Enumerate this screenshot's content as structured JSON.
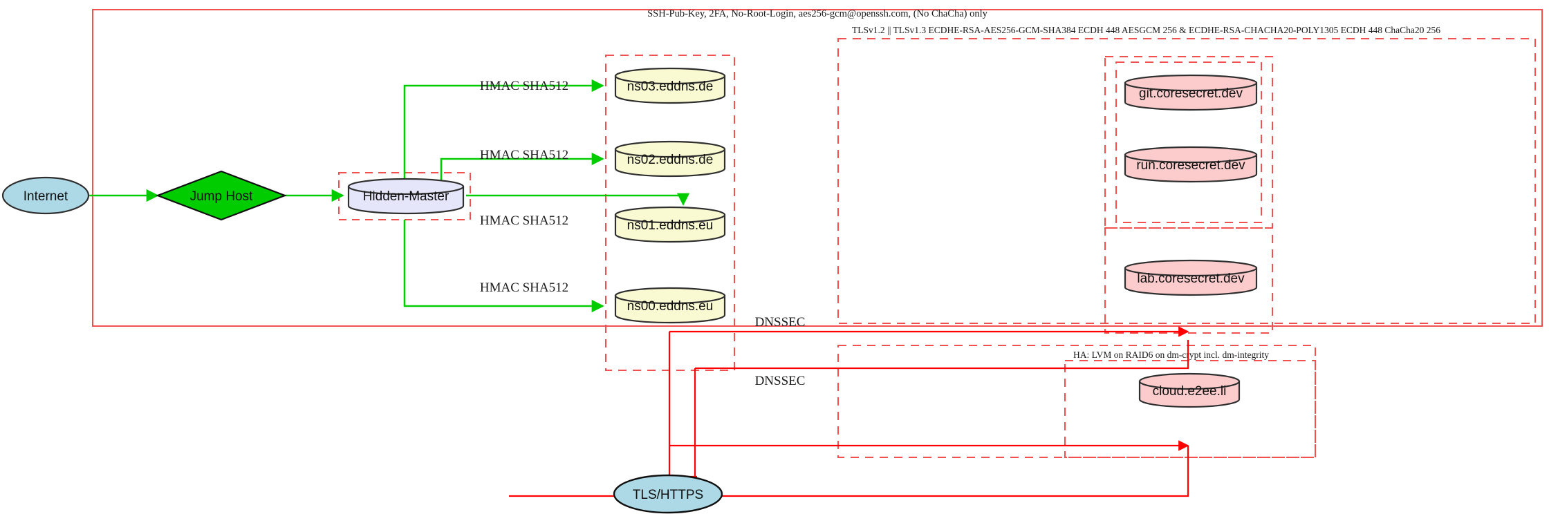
{
  "diagram": {
    "title": "SSH-Pub-Key, 2FA, No-Root-Login, aes256-gcm@openssh.com, (No ChaCha) only",
    "tls_cluster_label": "TLSv1.2 || TLSv1.3 ECDHE-RSA-AES256-GCM-SHA384 ECDH 448 AESGCM 256 & ECDHE-RSA-CHACHA20-POLY1305 ECDH 448 ChaCha20 256",
    "ha_cluster_label": "HA: LVM on RAID6 on dm-crypt incl. dm-integrity"
  },
  "nodes": {
    "internet": {
      "label": "Internet",
      "shape": "ellipse",
      "fill": "#add8e6"
    },
    "jump_host": {
      "label": "Jump Host",
      "shape": "diamond",
      "fill": "#00cc00"
    },
    "hidden_master": {
      "label": "Hidden-Master",
      "shape": "cylinder",
      "fill": "#e6e6fa"
    },
    "ns03": {
      "label": "ns03.eddns.de",
      "shape": "cylinder",
      "fill": "#fafad2"
    },
    "ns02": {
      "label": "ns02.eddns.de",
      "shape": "cylinder",
      "fill": "#fafad2"
    },
    "ns01": {
      "label": "ns01.eddns.eu",
      "shape": "cylinder",
      "fill": "#fafad2"
    },
    "ns00": {
      "label": "ns00.eddns.eu",
      "shape": "cylinder",
      "fill": "#fafad2"
    },
    "git": {
      "label": "git.coresecret.dev",
      "shape": "cylinder",
      "fill": "#fccccc"
    },
    "run": {
      "label": "run.coresecret.dev",
      "shape": "cylinder",
      "fill": "#fccccc"
    },
    "lab": {
      "label": "lab.coresecret.dev",
      "shape": "cylinder",
      "fill": "#fccccc"
    },
    "cloud": {
      "label": "cloud.e2ee.li",
      "shape": "cylinder",
      "fill": "#fccccc"
    },
    "tls_https": {
      "label": "TLS/HTTPS",
      "shape": "ellipse",
      "fill": "#add8e6"
    }
  },
  "edge_labels": {
    "hmac_ns03": "HMAC SHA512",
    "hmac_ns02": "HMAC SHA512",
    "hmac_ns01": "HMAC SHA512",
    "hmac_ns00": "HMAC SHA512",
    "dnssec_upper": "DNSSEC",
    "dnssec_lower": "DNSSEC"
  },
  "colors": {
    "edge_green": "#00cc00",
    "edge_red": "#ff0000",
    "cluster_border": "#f05050",
    "node_stroke": "#2f2f2f",
    "text": "#1a1a1a"
  }
}
